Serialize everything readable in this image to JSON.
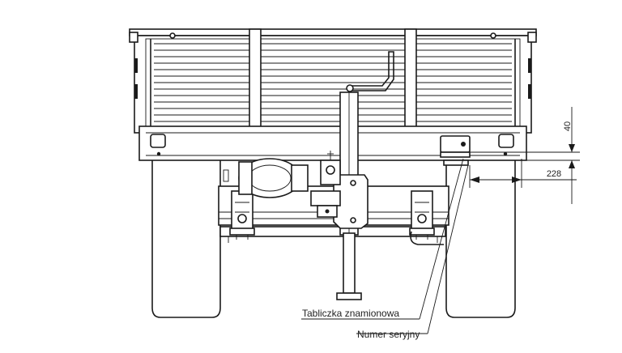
{
  "labels": {
    "nameplate": "Tabliczka znamionowa",
    "serial_number": "Numer seryjny"
  },
  "dimensions": {
    "vertical": "40",
    "horizontal": "228"
  },
  "colors": {
    "line": "#1a1a1a",
    "background": "#ffffff"
  }
}
